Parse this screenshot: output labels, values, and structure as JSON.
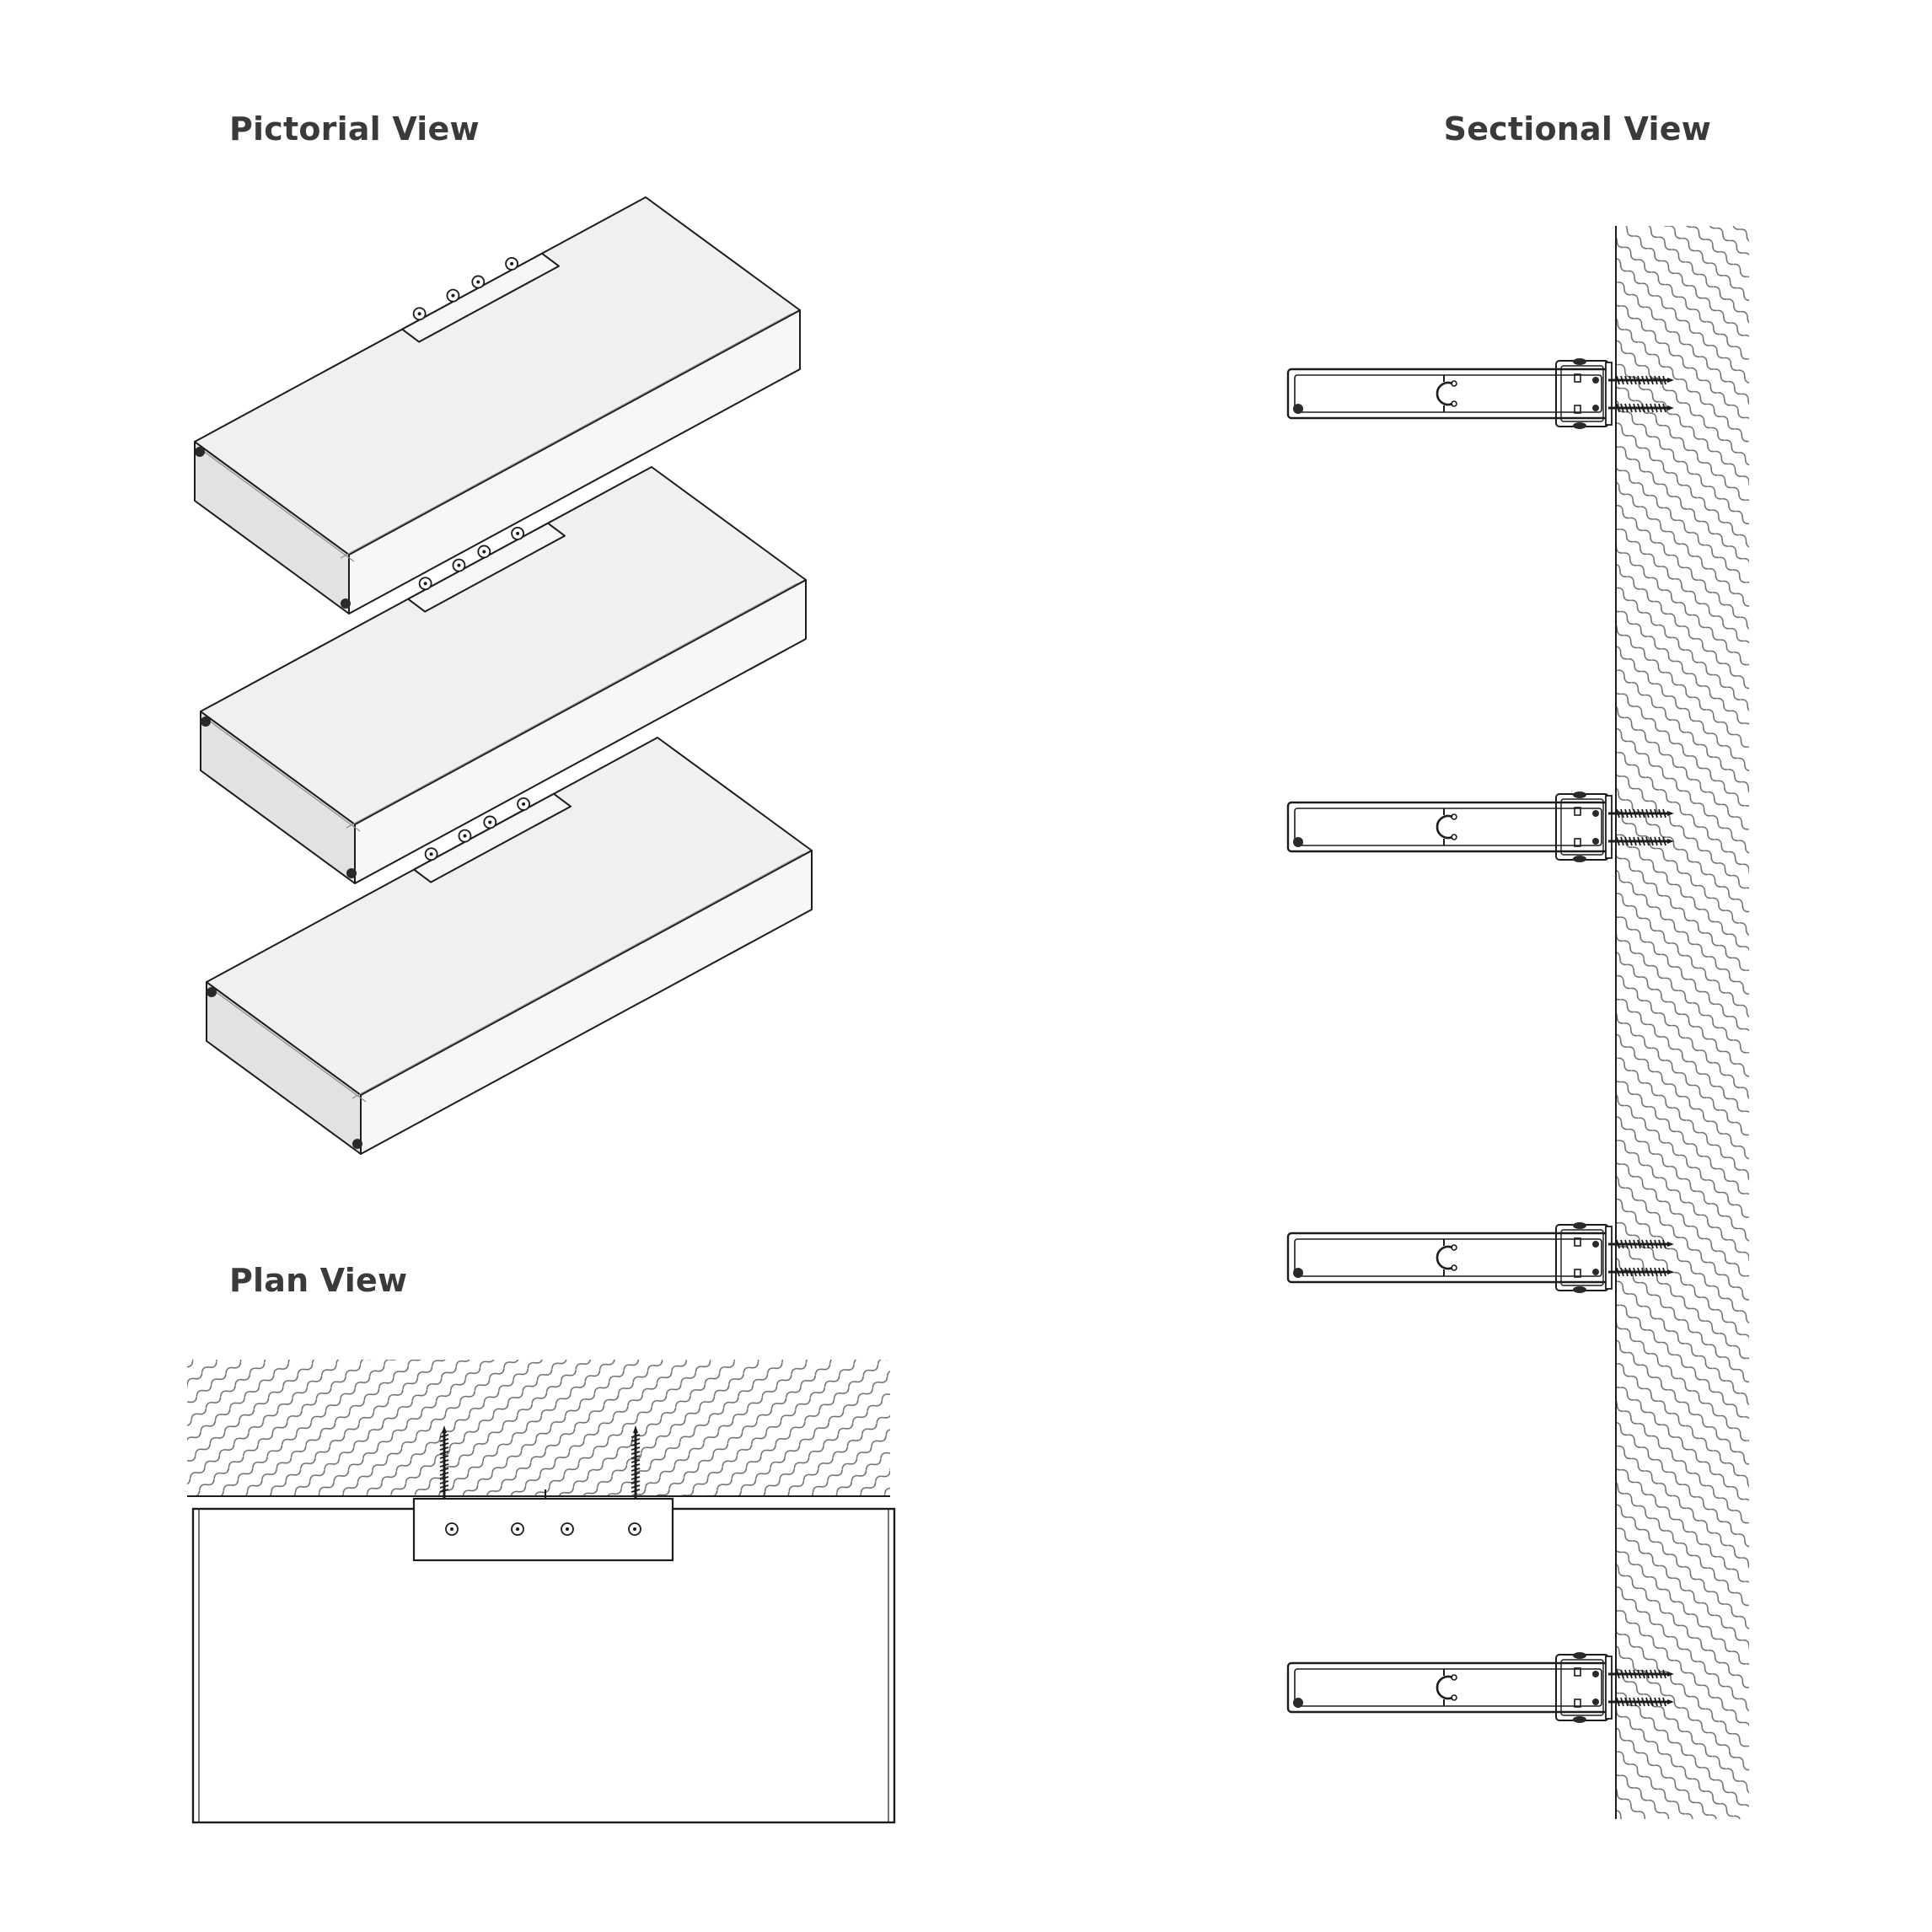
{
  "titles": {
    "pictorial": "Pictorial View",
    "sectional": "Sectional View",
    "plan": "Plan View"
  },
  "colors": {
    "line": "#1c1c1c",
    "title": "#3a3a3a",
    "shelf_top": "#f0f0f0",
    "shelf_front": "#e2e2e2",
    "bracket": "#f6f6f6",
    "hatch": "#6a6a6a"
  },
  "pictorial": {
    "shelf_count": 3,
    "bracket_screws_per_shelf": 4
  },
  "sectional": {
    "shelf_count": 4,
    "wall_screws_per_bracket": 2
  },
  "plan": {
    "bracket_screws": 4,
    "wall_screws": 2
  }
}
